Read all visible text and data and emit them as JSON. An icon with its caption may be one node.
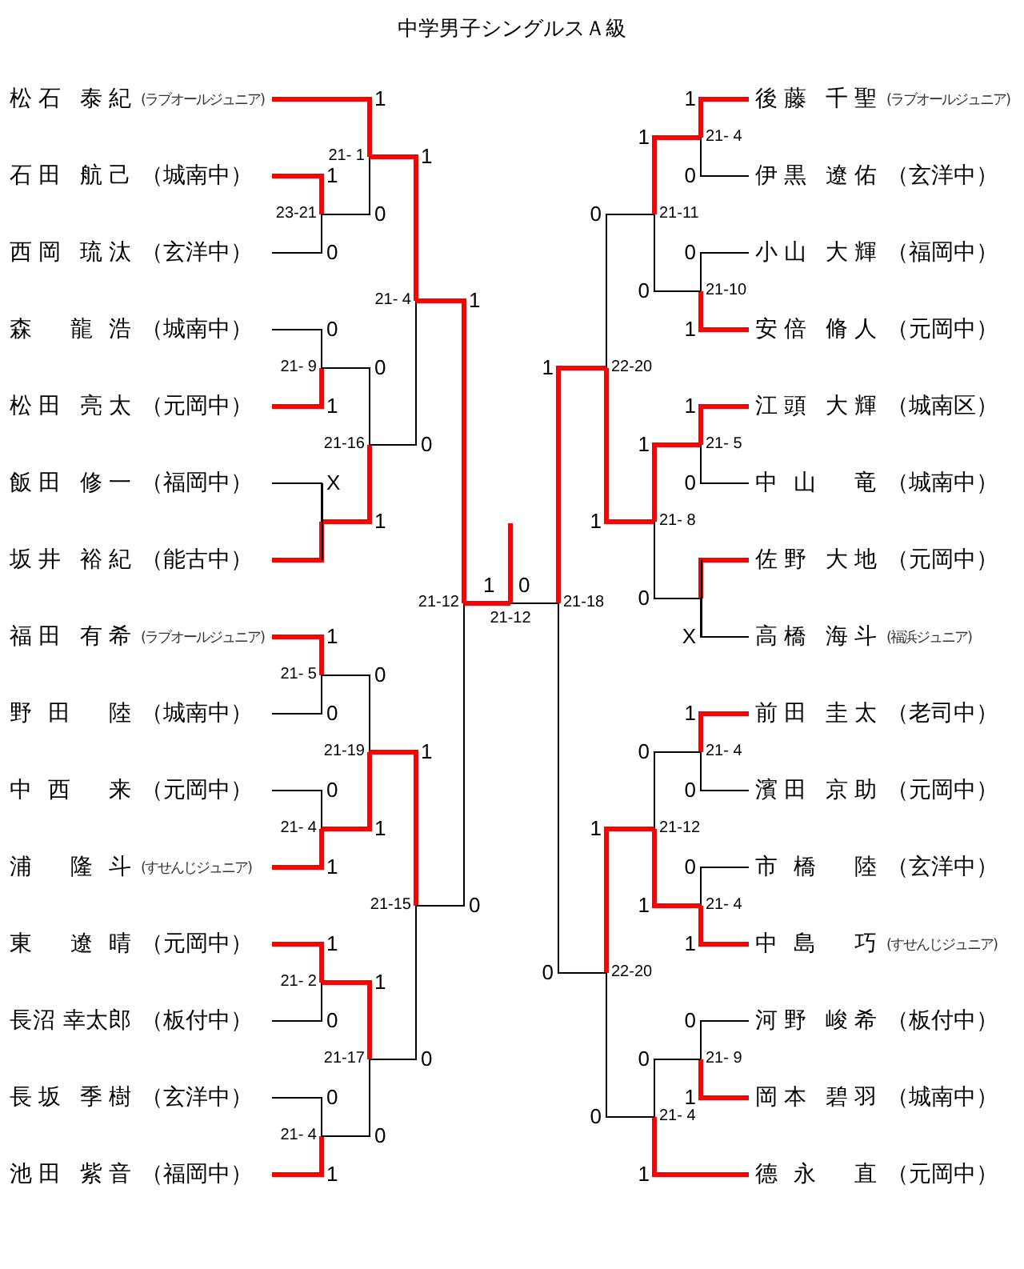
{
  "diagram": {
    "title": "中学男子シングルスＡ級",
    "nodes": [
      {
        "text": [
          "松石 泰紀",
          "(ラブオールジュニア)"
        ]
      },
      {
        "text": [
          "石田 航己",
          "（城南中）"
        ]
      },
      {
        "text": [
          "西岡 琉汰",
          "（玄洋中）"
        ]
      },
      {
        "text": [
          "森 龍浩",
          "（城南中）"
        ]
      },
      {
        "text": [
          "松田 亮太",
          "（元岡中）"
        ]
      },
      {
        "text": [
          "飯田 修一",
          "（福岡中）"
        ]
      },
      {
        "text": [
          "坂井 裕紀",
          "（能古中）"
        ]
      },
      {
        "text": [
          "福田 有希",
          "(ラブオールジュニア)"
        ]
      },
      {
        "text": [
          "野田 陸",
          "（城南中）"
        ]
      },
      {
        "text": [
          "中西 来",
          "（元岡中）"
        ]
      },
      {
        "text": [
          "浦 隆斗",
          "(すせんじジュニア)"
        ]
      },
      {
        "text": [
          "東 遼晴",
          "（元岡中）"
        ]
      },
      {
        "text": [
          "長沼 幸太郎",
          "（板付中）"
        ]
      },
      {
        "text": [
          "長坂 季樹",
          "（玄洋中）"
        ]
      },
      {
        "text": [
          "池田 紫音",
          "（福岡中）"
        ]
      },
      {
        "text": [
          "後藤 千聖",
          "(ラブオールジュニア)"
        ]
      },
      {
        "text": [
          "伊黒 遼佑",
          "（玄洋中）"
        ]
      },
      {
        "text": [
          "小山 大輝",
          "（福岡中）"
        ]
      },
      {
        "text": [
          "安倍 脩人",
          "（元岡中）"
        ]
      },
      {
        "text": [
          "江頭 大輝",
          "（城南区）"
        ]
      },
      {
        "text": [
          "中山 竜",
          "（城南中）"
        ]
      },
      {
        "text": [
          "佐野 大地",
          "（元岡中）"
        ]
      },
      {
        "text": [
          "高橋 海斗",
          "(福浜ジュニア)"
        ]
      },
      {
        "text": [
          "前田 圭太",
          "（老司中）"
        ]
      },
      {
        "text": [
          "濱田 京助",
          "（元岡中）"
        ]
      },
      {
        "text": [
          "市橋 陸",
          "（玄洋中）"
        ]
      },
      {
        "text": [
          "中島 巧",
          "(すせんじジュニア)"
        ]
      },
      {
        "text": [
          "河野 峻希",
          "（板付中）"
        ]
      },
      {
        "text": [
          "岡本 碧羽",
          "（城南中）"
        ]
      },
      {
        "text": [
          "德永 直",
          "（元岡中）"
        ]
      },
      {
        "text": [
          "23-21"
        ]
      },
      {
        "text": [
          "21- 1"
        ]
      },
      {
        "text": [
          "21- 9"
        ]
      },
      {
        "text": [],
        "shape": "bar"
      },
      {
        "text": [
          "21-16"
        ]
      },
      {
        "text": [
          "21- 4"
        ]
      },
      {
        "text": [
          "21- 5"
        ]
      },
      {
        "text": [
          "21- 4"
        ]
      },
      {
        "text": [
          "21-19"
        ]
      },
      {
        "text": [
          "21- 2"
        ]
      },
      {
        "text": [
          "21- 4"
        ]
      },
      {
        "text": [
          "21-17"
        ]
      },
      {
        "text": [
          "21-15"
        ]
      },
      {
        "text": [
          "21-12"
        ]
      },
      {
        "text": [
          "21- 4"
        ]
      },
      {
        "text": [
          "21-10"
        ]
      },
      {
        "text": [
          "21-11"
        ]
      },
      {
        "text": [
          "21- 5"
        ]
      },
      {
        "text": [],
        "shape": "bar"
      },
      {
        "text": [
          "21- 8"
        ]
      },
      {
        "text": [
          "22-20"
        ]
      },
      {
        "text": [
          "21- 4"
        ]
      },
      {
        "text": [
          "21- 4"
        ]
      },
      {
        "text": [
          "21-12"
        ]
      },
      {
        "text": [
          "21- 9"
        ]
      },
      {
        "text": [
          "21- 4"
        ]
      },
      {
        "text": [
          "22-20"
        ]
      },
      {
        "text": [
          "21-18"
        ]
      },
      {
        "text": [
          "21-12"
        ]
      }
    ],
    "edges": [
      {
        "from": 1,
        "to": 30,
        "arrow": "none",
        "label": "1"
      },
      {
        "from": 2,
        "to": 30,
        "arrow": "none",
        "label": "0",
        "color": "#000000"
      },
      {
        "from": 0,
        "to": 31,
        "arrow": "none",
        "label": "1"
      },
      {
        "from": 30,
        "to": 31,
        "arrow": "none",
        "label": "0",
        "color": "#000000"
      },
      {
        "from": 3,
        "to": 32,
        "arrow": "none",
        "label": "0",
        "color": "#000000"
      },
      {
        "from": 4,
        "to": 32,
        "arrow": "none",
        "label": "1"
      },
      {
        "from": 5,
        "to": 33,
        "arrow": "none",
        "label": "X",
        "color": "#000000"
      },
      {
        "from": 6,
        "to": 33,
        "arrow": "none"
      },
      {
        "from": 32,
        "to": 34,
        "arrow": "none",
        "label": "0",
        "color": "#000000"
      },
      {
        "from": 33,
        "to": 34,
        "arrow": "none",
        "label": "1"
      },
      {
        "from": 31,
        "to": 35,
        "arrow": "none",
        "label": "1"
      },
      {
        "from": 34,
        "to": 35,
        "arrow": "none",
        "label": "0",
        "color": "#000000"
      },
      {
        "from": 7,
        "to": 36,
        "arrow": "none",
        "label": "1"
      },
      {
        "from": 8,
        "to": 36,
        "arrow": "none",
        "label": "0",
        "color": "#000000"
      },
      {
        "from": 9,
        "to": 37,
        "arrow": "none",
        "label": "0",
        "color": "#000000"
      },
      {
        "from": 10,
        "to": 37,
        "arrow": "none",
        "label": "1"
      },
      {
        "from": 36,
        "to": 38,
        "arrow": "none",
        "label": "0",
        "color": "#000000"
      },
      {
        "from": 37,
        "to": 38,
        "arrow": "none",
        "label": "1"
      },
      {
        "from": 11,
        "to": 39,
        "arrow": "none",
        "label": "1"
      },
      {
        "from": 12,
        "to": 39,
        "arrow": "none",
        "label": "0",
        "color": "#000000"
      },
      {
        "from": 13,
        "to": 40,
        "arrow": "none",
        "label": "0",
        "color": "#000000"
      },
      {
        "from": 14,
        "to": 40,
        "arrow": "none",
        "label": "1"
      },
      {
        "from": 39,
        "to": 41,
        "arrow": "none",
        "label": "1"
      },
      {
        "from": 40,
        "to": 41,
        "arrow": "none",
        "label": "0",
        "color": "#000000"
      },
      {
        "from": 38,
        "to": 42,
        "arrow": "none",
        "label": "1"
      },
      {
        "from": 41,
        "to": 42,
        "arrow": "none",
        "label": "0",
        "color": "#000000"
      },
      {
        "from": 35,
        "to": 43,
        "arrow": "none",
        "label": "1"
      },
      {
        "from": 42,
        "to": 43,
        "arrow": "none",
        "label": "0",
        "color": "#000000"
      },
      {
        "from": 15,
        "to": 44,
        "arrow": "none",
        "label": "1"
      },
      {
        "from": 16,
        "to": 44,
        "arrow": "none",
        "label": "0",
        "color": "#000000"
      },
      {
        "from": 17,
        "to": 45,
        "arrow": "none",
        "label": "0",
        "color": "#000000"
      },
      {
        "from": 18,
        "to": 45,
        "arrow": "none",
        "label": "1"
      },
      {
        "from": 44,
        "to": 46,
        "arrow": "none",
        "label": "1"
      },
      {
        "from": 45,
        "to": 46,
        "arrow": "none",
        "label": "0",
        "color": "#000000"
      },
      {
        "from": 19,
        "to": 47,
        "arrow": "none",
        "label": "1"
      },
      {
        "from": 20,
        "to": 47,
        "arrow": "none",
        "label": "0",
        "color": "#000000"
      },
      {
        "from": 21,
        "to": 48,
        "arrow": "none"
      },
      {
        "from": 22,
        "to": 48,
        "arrow": "none",
        "label": "X",
        "color": "#000000"
      },
      {
        "from": 47,
        "to": 49,
        "arrow": "none",
        "label": "1"
      },
      {
        "from": 48,
        "to": 49,
        "arrow": "none",
        "label": "0",
        "color": "#000000"
      },
      {
        "from": 46,
        "to": 50,
        "arrow": "none",
        "label": "0",
        "color": "#000000"
      },
      {
        "from": 49,
        "to": 50,
        "arrow": "none",
        "label": "1"
      },
      {
        "from": 23,
        "to": 51,
        "arrow": "none",
        "label": "1"
      },
      {
        "from": 24,
        "to": 51,
        "arrow": "none",
        "label": "0",
        "color": "#000000"
      },
      {
        "from": 25,
        "to": 52,
        "arrow": "none",
        "label": "0",
        "color": "#000000"
      },
      {
        "from": 26,
        "to": 52,
        "arrow": "none",
        "label": "1"
      },
      {
        "from": 51,
        "to": 53,
        "arrow": "none",
        "label": "0",
        "color": "#000000"
      },
      {
        "from": 52,
        "to": 53,
        "arrow": "none",
        "label": "1"
      },
      {
        "from": 27,
        "to": 54,
        "arrow": "none",
        "label": "0",
        "color": "#000000"
      },
      {
        "from": 28,
        "to": 54,
        "arrow": "none",
        "label": "1"
      },
      {
        "from": 54,
        "to": 55,
        "arrow": "none",
        "label": "0",
        "color": "#000000"
      },
      {
        "from": 29,
        "to": 55,
        "arrow": "none",
        "label": "1"
      },
      {
        "from": 53,
        "to": 56,
        "arrow": "none",
        "label": "1"
      },
      {
        "from": 55,
        "to": 56,
        "arrow": "none",
        "label": "0",
        "color": "#000000"
      },
      {
        "from": 50,
        "to": 57,
        "arrow": "none",
        "label": "1"
      },
      {
        "from": 56,
        "to": 57,
        "arrow": "none",
        "label": "0",
        "color": "#000000"
      },
      {
        "from": 43,
        "to": 58,
        "arrow": "none",
        "label": "1"
      },
      {
        "from": 57,
        "to": 58,
        "arrow": "none",
        "label": "0",
        "color": "#000000"
      },
      {
        "from": 58,
        "to": null,
        "arrow": "none"
      }
    ]
  }
}
